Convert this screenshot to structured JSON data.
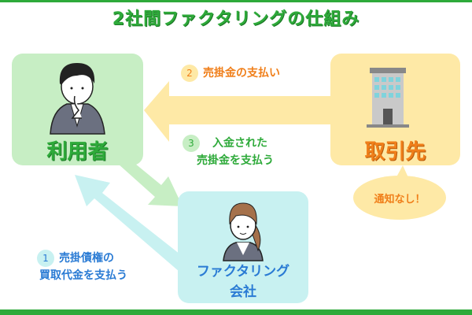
{
  "title": "2社間ファクタリングの仕組み",
  "nodes": {
    "user": {
      "label": "利用者"
    },
    "client": {
      "label": "取引先"
    },
    "factor": {
      "label_line1": "ファクタリング",
      "label_line2": "会社"
    }
  },
  "steps": [
    {
      "num": "1",
      "line1": "売掛債権の",
      "line2": "買取代金を支払う"
    },
    {
      "num": "2",
      "line1": "売掛金の支払い"
    },
    {
      "num": "3",
      "line1": "入金された",
      "line2": "売掛金を支払う"
    }
  ],
  "bubble": {
    "text": "通知なし！"
  },
  "colors": {
    "green": "#2eaa3a",
    "orange": "#f07f1a",
    "blue": "#2a7bd4",
    "green_bg": "#c7eec4",
    "yellow_bg": "#fee9a6",
    "cyan_bg": "#c8f1f1"
  }
}
